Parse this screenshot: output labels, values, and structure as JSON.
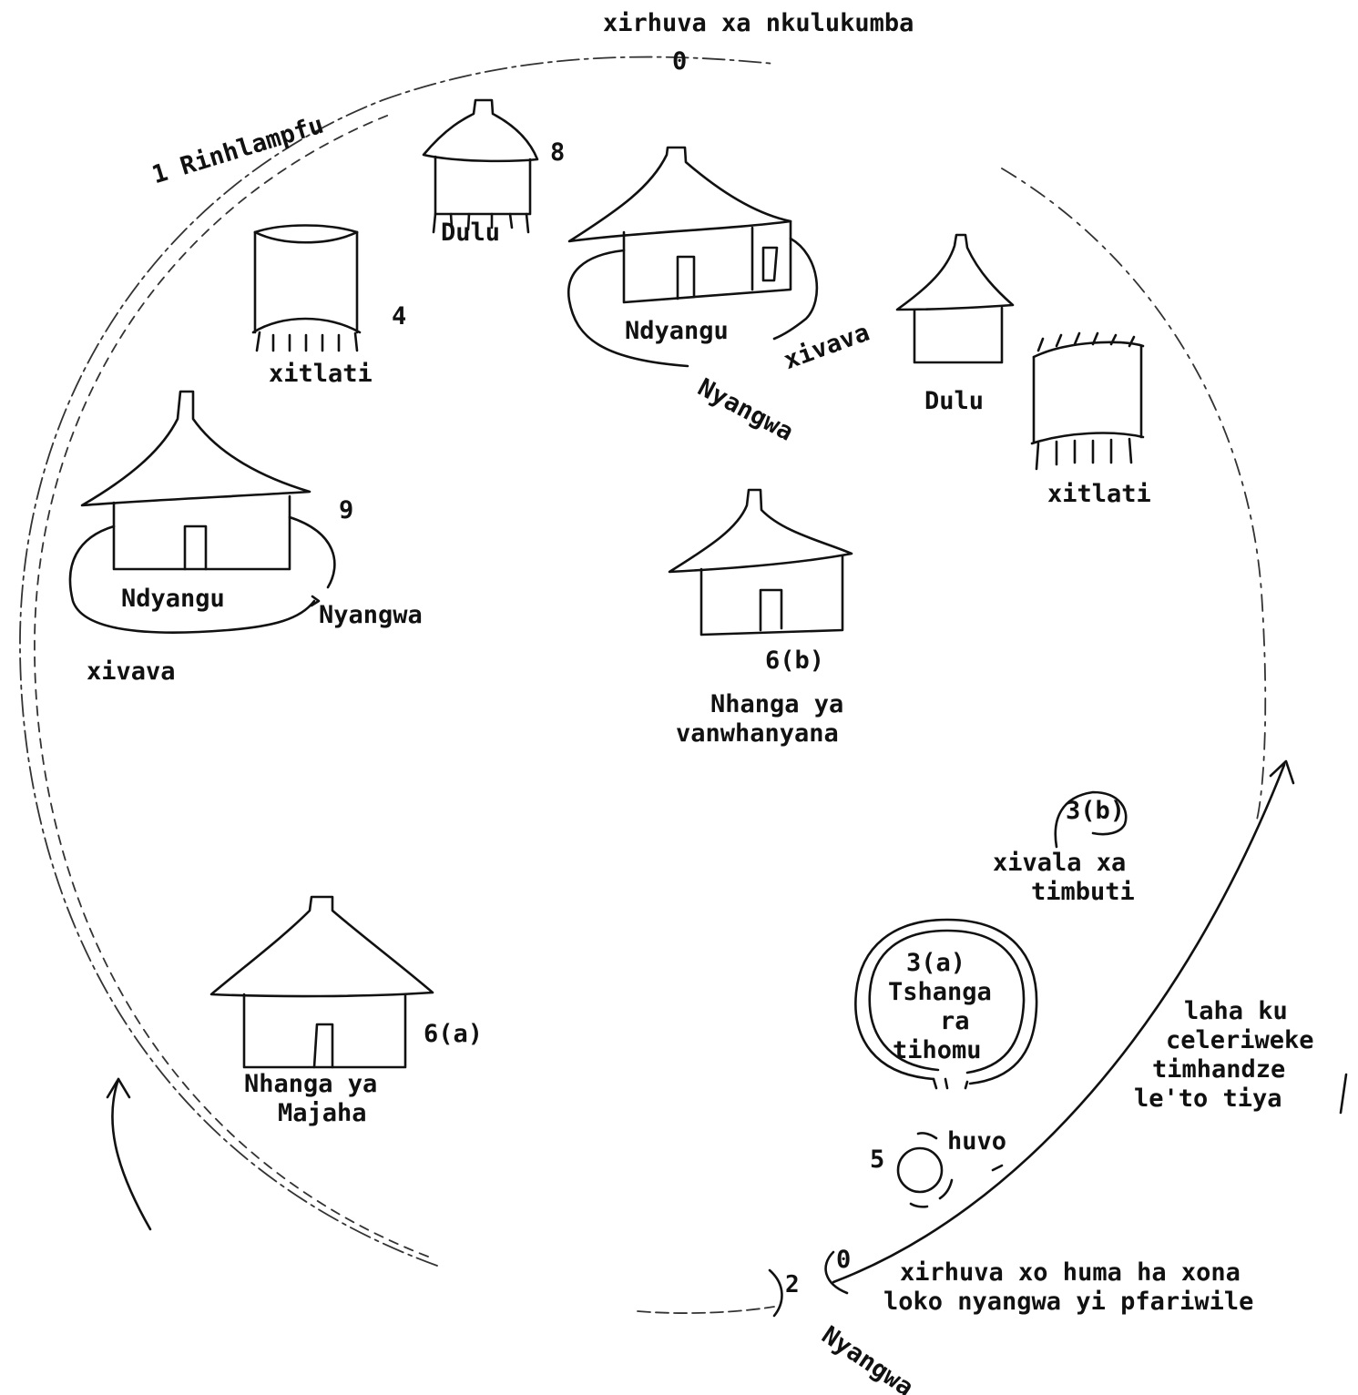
{
  "labels": {
    "top_gate": "xirhuva xa nkulukumba",
    "top_gate_num": "0",
    "rinhlampfu": "1 Rinhlampfu",
    "num_8": "8",
    "dulu_top": "Dulu",
    "num_4": "4",
    "xitlati_left": "xitlati",
    "ndyangu_top": "Ndyangu",
    "nyangwa_top": "Nyangwa",
    "xivava_top": "xivava",
    "dulu_right": "Dulu",
    "xitlati_right": "xitlati",
    "num_9": "9",
    "ndyangu_left": "Ndyangu",
    "nyangwa_left": "Nyangwa",
    "xivava_left": "xivava",
    "num_6b": "6(b)",
    "nhanga_vanwhanyana_1": "Nhanga ya",
    "nhanga_vanwhanyana_2": "vanwhanyana",
    "num_3b": "3(b)",
    "xivala_1": "xivala xa",
    "xivala_2": "timbuti",
    "num_3a": "3(a)",
    "tshanga_1": "Tshanga",
    "tshanga_2": "ra",
    "tshanga_3": "tihomu",
    "laha_1": "laha ku",
    "laha_2": "celeriweke",
    "laha_3": "timhandze",
    "laha_4": "le'to tiya",
    "num_6a": "6(a)",
    "nhanga_majaha_1": "Nhanga ya",
    "nhanga_majaha_2": "Majaha",
    "num_5": "5",
    "huvo": "huvo",
    "num_2": "2",
    "bottom_gate_num": "0",
    "bottom_gate_1": "xirhuva xo huma ha xona",
    "bottom_gate_2": "loko nyangwa yi pfariwile",
    "nyangwa_bottom": "Nyangwa"
  }
}
